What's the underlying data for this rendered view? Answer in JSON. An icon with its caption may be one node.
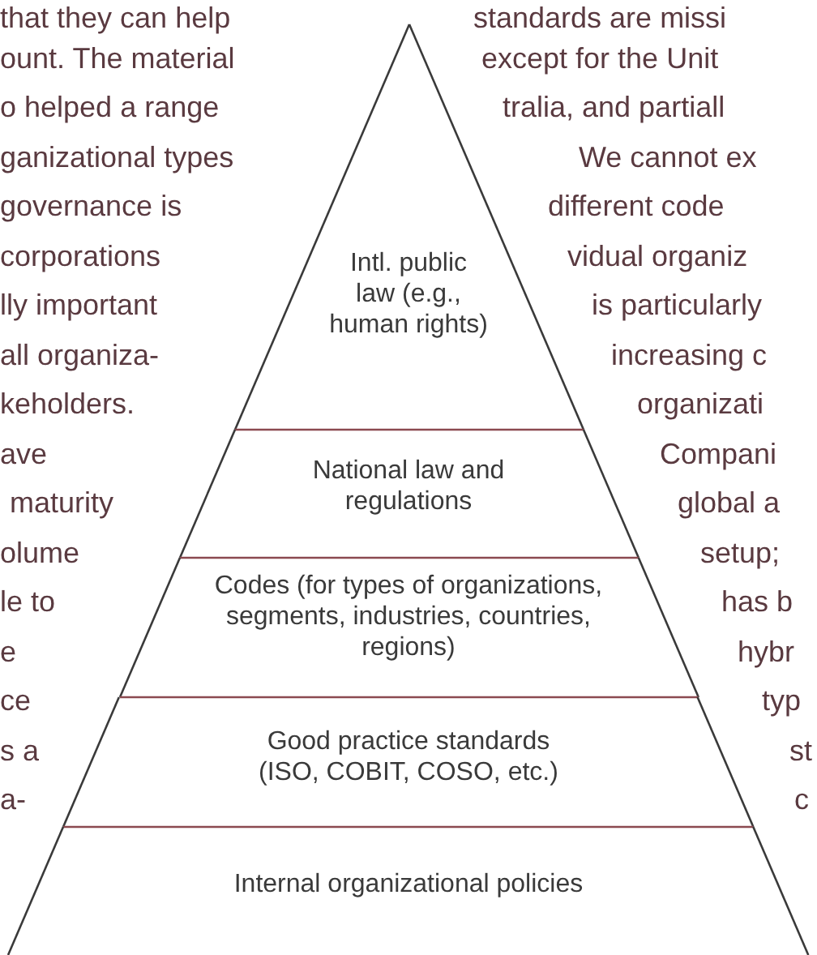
{
  "diagram": {
    "nodes": [
      {
        "text": [
          "Intl. public law (e.g., human rights)"
        ]
      },
      {
        "text": [
          "National law and regulations"
        ]
      },
      {
        "text": [
          "Codes (for types of organizations, segments, industries, countries, regions)"
        ]
      },
      {
        "text": [
          "Good practice standards (ISO, COBIT, COSO, etc.)"
        ]
      },
      {
        "text": [
          "Internal organizational policies"
        ]
      }
    ],
    "labels": [
      "that they can help",
      "ount. The material",
      "o helped a range",
      "ganizational types",
      "governance is",
      "corporations",
      "lly important",
      "all organiza-",
      "keholders.",
      "ave",
      "maturity",
      "olume",
      "le to",
      "e",
      "ce",
      "s a",
      "a-",
      "standards are missi",
      "except for the Unit",
      "tralia, and partiall",
      "We cannot ex",
      "different code",
      "vidual organiz",
      "is particularly",
      "increasing c",
      "organizati",
      "Compani",
      "global a",
      "setup;",
      "has b",
      "hybr",
      "typ",
      "st",
      "c"
    ]
  }
}
